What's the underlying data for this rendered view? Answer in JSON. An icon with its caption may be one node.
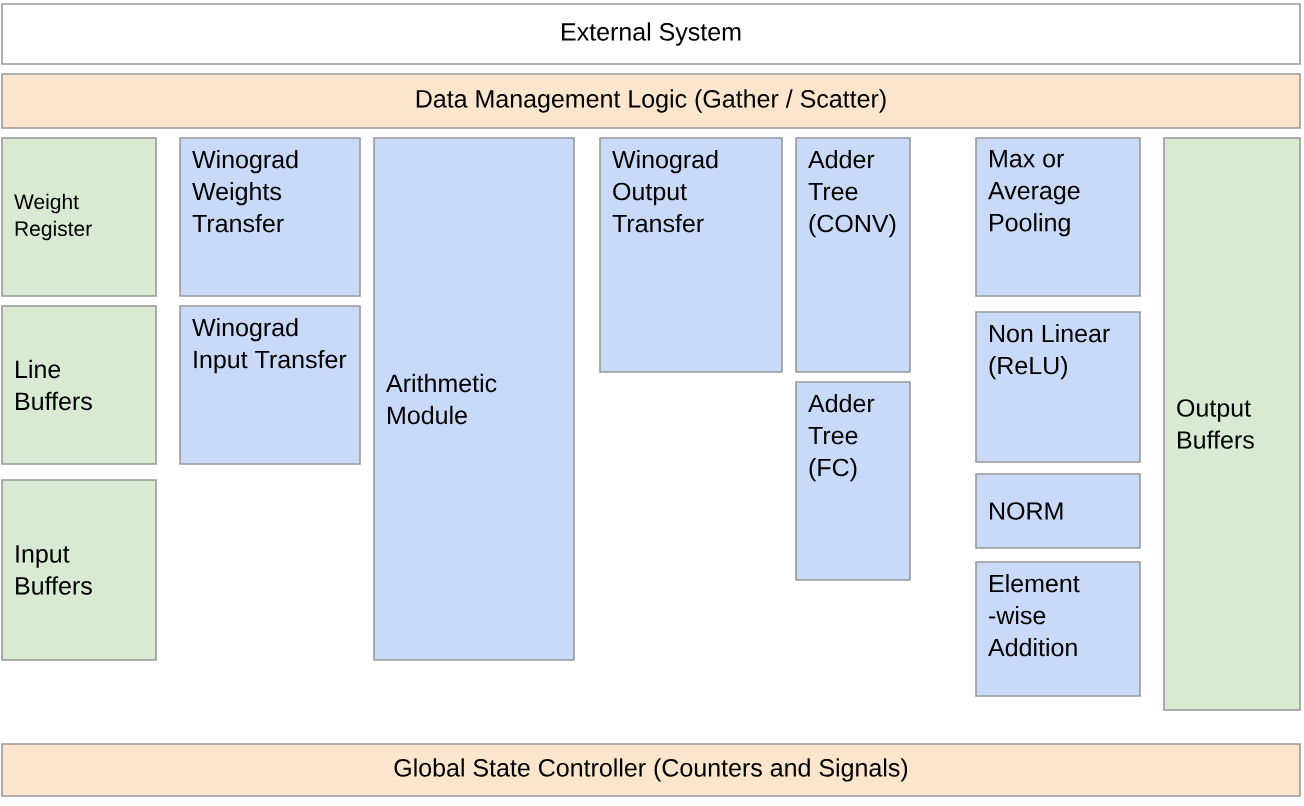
{
  "diagram": {
    "nodes": [
      {
        "text": [
          "External System"
        ]
      },
      {
        "text": [
          "Data Management Logic (Gather / Scatter)"
        ]
      },
      {
        "text": [
          "Weight Register"
        ]
      },
      {
        "text": [
          "Line Buffers"
        ]
      },
      {
        "text": [
          "Input Buffers"
        ]
      },
      {
        "text": [
          "Winograd Weights Transfer"
        ]
      },
      {
        "text": [
          "Winograd Input Transfer"
        ]
      },
      {
        "text": [
          "Arithmetic Module"
        ]
      },
      {
        "text": [
          "Winograd Output Transfer"
        ]
      },
      {
        "text": [
          "Adder Tree (CONV)"
        ]
      },
      {
        "text": [
          "Adder Tree (FC)"
        ]
      },
      {
        "text": [
          "Max or Average Pooling"
        ]
      },
      {
        "text": [
          "Non Linear (ReLU)"
        ]
      },
      {
        "text": [
          "NORM"
        ]
      },
      {
        "text": [
          "Element -wise Addition"
        ]
      },
      {
        "text": [
          "Output Buffers"
        ]
      },
      {
        "text": [
          "Global State Controller (Counters and Signals)"
        ]
      }
    ]
  }
}
